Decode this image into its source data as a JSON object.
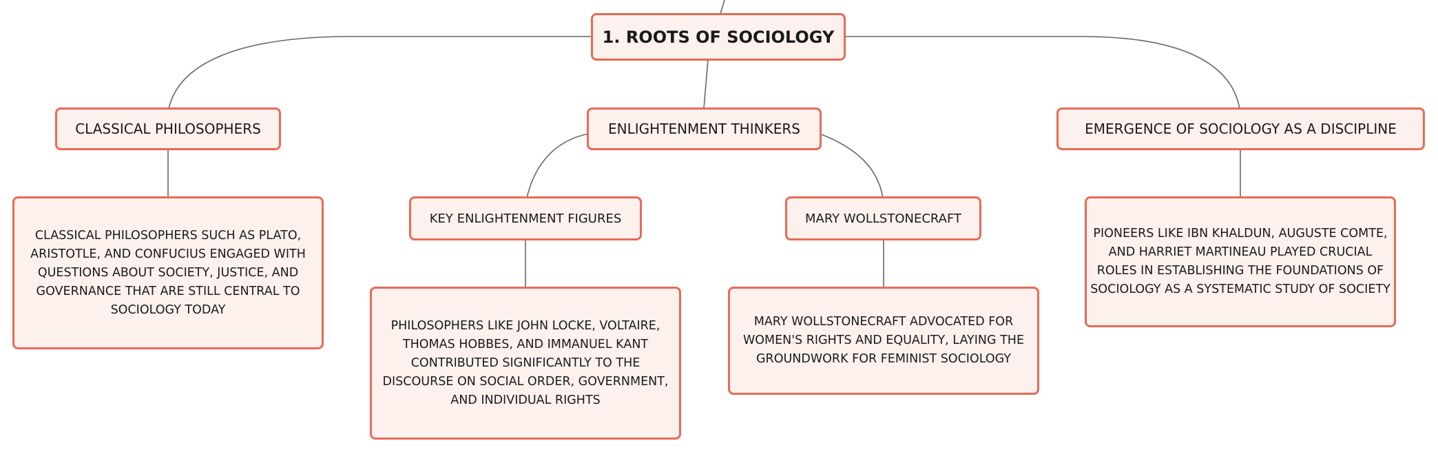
{
  "colors": {
    "node_fill": "#fdf1ee",
    "node_border": "#e86a55",
    "connector": "#666666",
    "text": "#1a1a1a"
  },
  "diagram": {
    "root": {
      "label": "1. ROOTS OF SOCIOLOGY"
    },
    "classical": {
      "label": "CLASSICAL PHILOSOPHERS",
      "description": "CLASSICAL PHILOSOPHERS SUCH AS PLATO, ARISTOTLE, AND CONFUCIUS ENGAGED WITH QUESTIONS ABOUT SOCIETY, JUSTICE, AND GOVERNANCE THAT ARE STILL CENTRAL TO SOCIOLOGY TODAY"
    },
    "enlightenment": {
      "label": "ENLIGHTENMENT THINKERS",
      "key_figures": {
        "label": "KEY ENLIGHTENMENT FIGURES",
        "description": "PHILOSOPHERS LIKE JOHN LOCKE, VOLTAIRE, THOMAS HOBBES, AND IMMANUEL KANT CONTRIBUTED SIGNIFICANTLY TO THE DISCOURSE ON SOCIAL ORDER, GOVERNMENT, AND INDIVIDUAL RIGHTS"
      },
      "wollstonecraft": {
        "label": "MARY WOLLSTONECRAFT",
        "description": "MARY WOLLSTONECRAFT ADVOCATED FOR WOMEN'S RIGHTS AND EQUALITY, LAYING THE GROUNDWORK FOR FEMINIST SOCIOLOGY"
      }
    },
    "emergence": {
      "label": "EMERGENCE OF SOCIOLOGY AS A DISCIPLINE",
      "description": "PIONEERS LIKE IBN KHALDUN, AUGUSTE COMTE, AND HARRIET MARTINEAU PLAYED CRUCIAL ROLES IN ESTABLISHING THE FOUNDATIONS OF SOCIOLOGY AS A SYSTEMATIC STUDY OF SOCIETY"
    }
  }
}
